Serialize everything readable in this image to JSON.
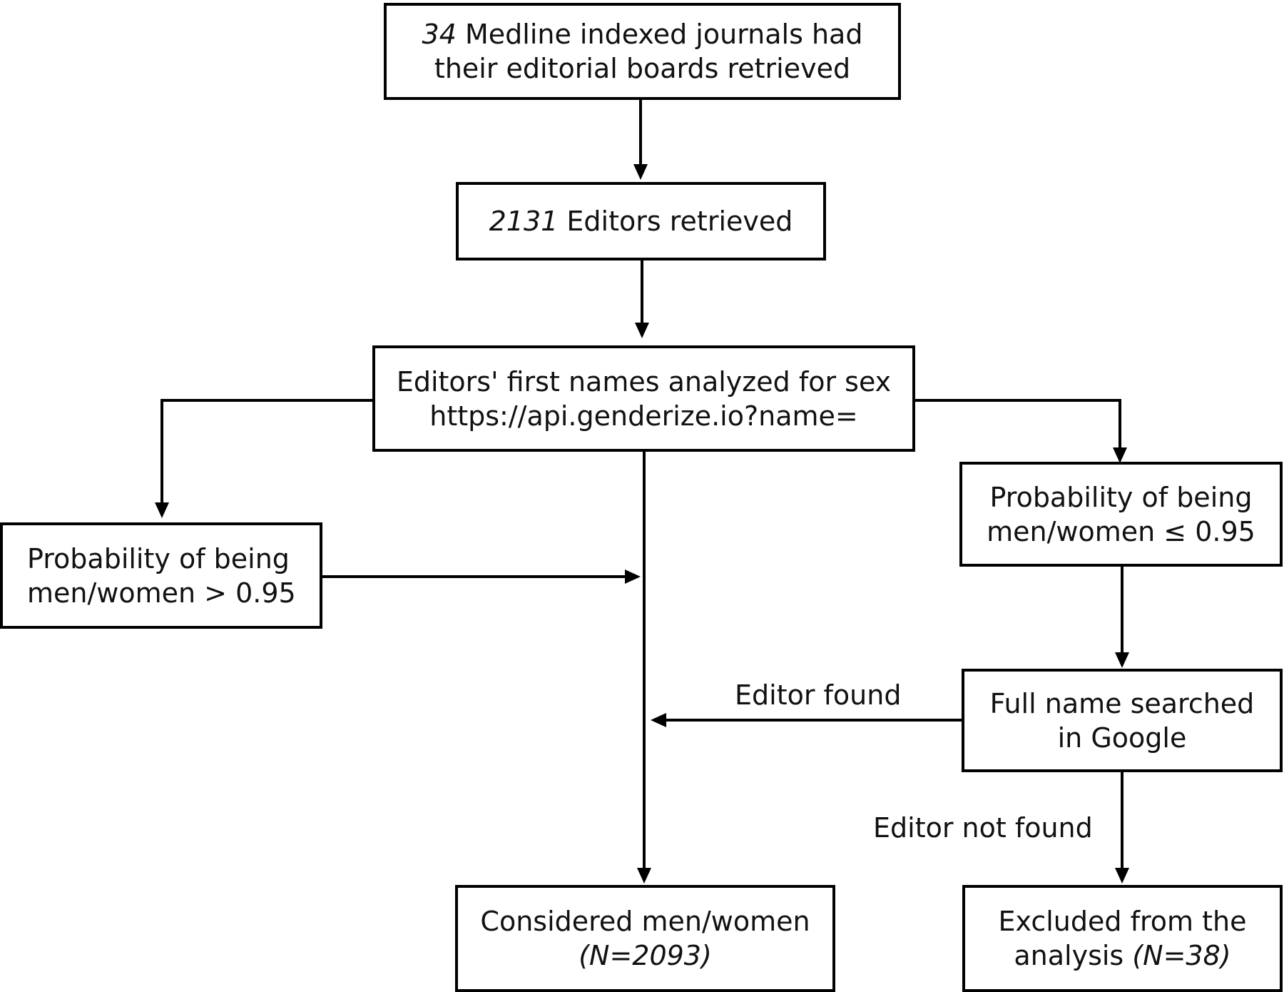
{
  "nodes": {
    "journals": {
      "num": "34",
      "line1_rest": "Medline indexed journals had",
      "line2": "their editorial boards retrieved"
    },
    "editors": {
      "num": "2131",
      "rest": "Editors retrieved"
    },
    "analyzed": {
      "line1": "Editors' first names analyzed for sex",
      "line2": "https://api.genderize.io?name="
    },
    "prob_high": {
      "line1": "Probability of being",
      "line2": "men/women > 0.95"
    },
    "prob_low": {
      "line1": "Probability of being",
      "line2": "men/women ≤ 0.95"
    },
    "google": {
      "line1": "Full name searched",
      "line2": "in Google"
    },
    "considered": {
      "line1": "Considered men/women",
      "n": "(N=2093)"
    },
    "excluded": {
      "line1": "Excluded from the",
      "line2": "analysis",
      "n": "(N=38)"
    }
  },
  "edge_labels": {
    "found": "Editor found",
    "not_found": "Editor not found"
  }
}
